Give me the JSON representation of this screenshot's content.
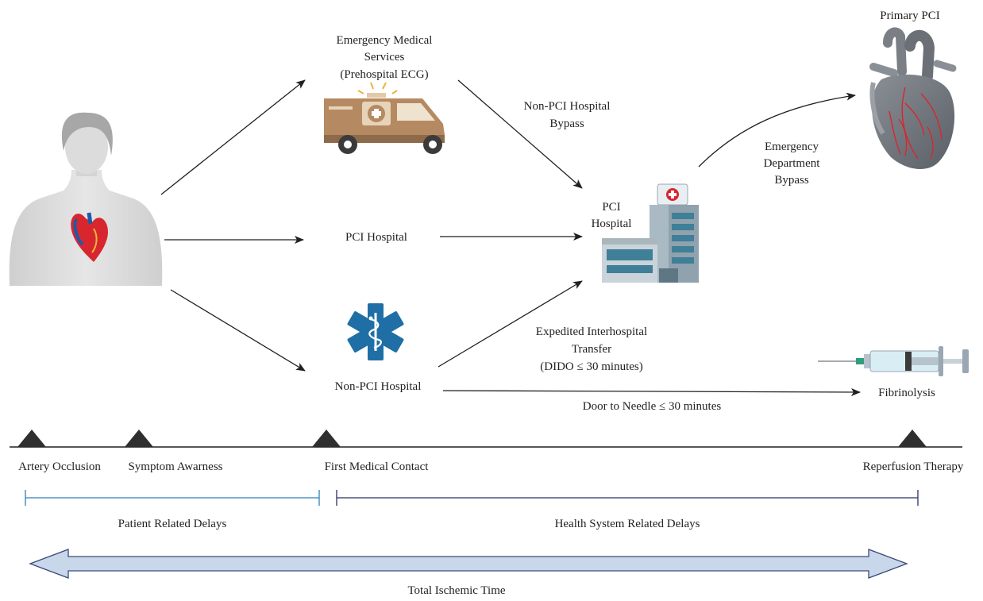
{
  "nodes": {
    "ems": [
      "Emergency Medical",
      "Services",
      "(Prehospital ECG)"
    ],
    "pci_hospital_mid": "PCI Hospital",
    "non_pci_hospital": "Non-PCI Hospital",
    "pci_hospital_dest": [
      "PCI",
      "Hospital"
    ],
    "primary_pci": "Primary PCI",
    "fibrinolysis": "Fibrinolysis"
  },
  "edges": {
    "bypass": [
      "Non-PCI Hospital",
      "Bypass"
    ],
    "ed_bypass": [
      "Emergency",
      "Department",
      "Bypass"
    ],
    "transfer": [
      "Expedited Interhospital",
      "Transfer",
      "(DIDO ≤ 30 minutes)"
    ],
    "door_needle": "Door to Needle ≤ 30 minutes"
  },
  "timeline": {
    "events": [
      "Artery Occlusion",
      "Symptom Awarness",
      "First Medical Contact",
      "Reperfusion Therapy"
    ],
    "patient_delays": "Patient Related Delays",
    "system_delays": "Health System Related Delays",
    "total": "Total Ischemic Time"
  },
  "colors": {
    "text": "#231f20",
    "patient_bracket": "#2f7fb8",
    "system_bracket": "#2a3160",
    "total_arrow_fill": "#c9d7ea",
    "total_arrow_stroke": "#3a4b7a",
    "ambulance": "#b58a62",
    "star_of_life": "#1f6fa6",
    "heart_red": "#d8262e"
  }
}
